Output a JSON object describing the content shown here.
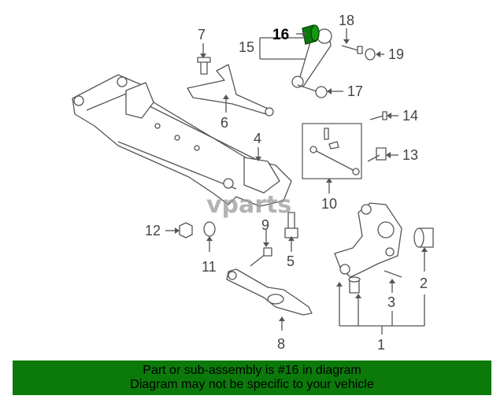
{
  "callouts": {
    "c1": "1",
    "c2": "2",
    "c3": "3",
    "c4": "4",
    "c5": "5",
    "c6": "6",
    "c7": "7",
    "c8": "8",
    "c9": "9",
    "c10": "10",
    "c11": "11",
    "c12": "12",
    "c13": "13",
    "c14": "14",
    "c15": "15",
    "c16": "16",
    "c17": "17",
    "c18": "18",
    "c19": "19"
  },
  "highlighted_part": "16",
  "colors": {
    "highlight": "#0b7a0b",
    "footer_bg": "#0b7a0b",
    "line": "#555555"
  },
  "watermark": "vparts",
  "footer": {
    "line1": "Part or sub-assembly is #16 in diagram",
    "line2": "Diagram may not be specific to your vehicle"
  }
}
